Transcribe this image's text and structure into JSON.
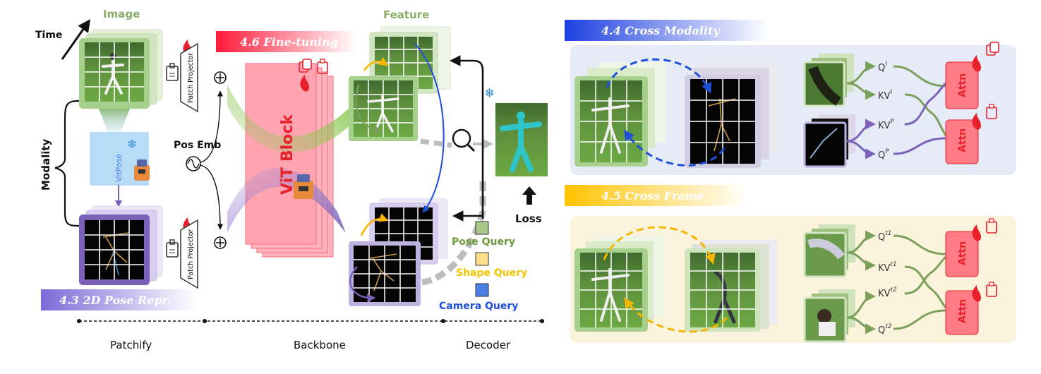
{
  "labels": {
    "time": "Time",
    "image": "Image",
    "feature": "Feature",
    "modality": "Modality",
    "vitpose": "VitPose",
    "patch_projector": "Patch Projector",
    "pos_emb": "Pos Emb",
    "vit_block": "ViT Block",
    "loss": "Loss",
    "pose_query": "Pose Query",
    "shape_query": "Shape Query",
    "camera_query": "Camera Query",
    "patchify": "Patchify",
    "backbone": "Backbone",
    "decoder": "Decoder",
    "attn": "Attn"
  },
  "sections": {
    "fine_tuning": "4.6 Fine-tuning",
    "cross_modality": "4.4 Cross Modality",
    "cross_frame": "4.5 Cross Frame",
    "pose_repr": "4.3 2D Pose Repr."
  },
  "tokens": {
    "q_i": "Q",
    "q_i_sup": "I",
    "kv_i": "KV",
    "kv_i_sup": "I",
    "kv_p": "KV",
    "kv_p_sup": "P",
    "q_p": "Q",
    "q_p_sup": "P",
    "q_t1": "Q",
    "q_t1_sup": "t1",
    "kv_t1": "KV",
    "kv_t1_sup": "t1",
    "kv_t2": "KV",
    "kv_t2_sup": "t2",
    "q_t2": "Q",
    "q_t2_sup": "t2"
  },
  "colors": {
    "green_frame": "#a8d08d",
    "purple_frame": "#7b62b8",
    "vit_red": "#ff9aa8",
    "cross_modality_bg": "#e6ebf8",
    "cross_frame_bg": "#fbf3dc",
    "attn_red": "#ff7b86",
    "pose_query": "#a9c98a",
    "shape_query": "#ffe08a",
    "camera_query": "#4a7fe8",
    "arrow_green": "#7ba05b",
    "arrow_purple": "#7b62b8",
    "arrow_blue": "#1e4fd8",
    "arrow_orange": "#f5b500"
  }
}
